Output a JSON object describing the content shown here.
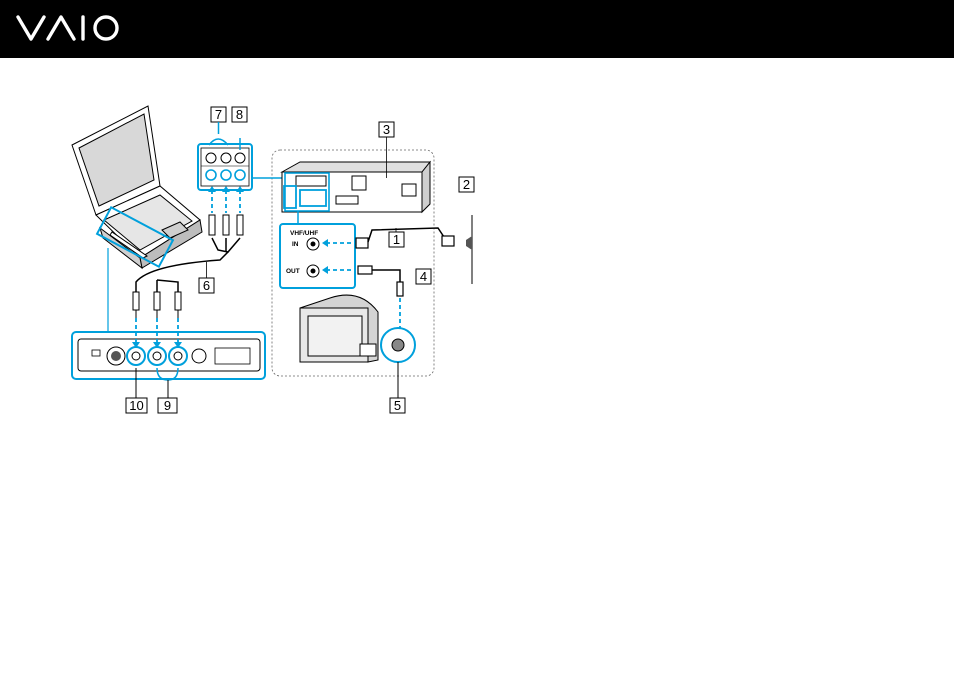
{
  "header": {
    "brand": "VAIO",
    "logo_icon": "vaio-logo-icon"
  },
  "figure": {
    "callouts": [
      "1",
      "2",
      "3",
      "4",
      "5",
      "6",
      "7",
      "8",
      "9",
      "10"
    ],
    "labels": {
      "vhf_uhf": "VHF/UHF",
      "in": "IN",
      "out": "OUT"
    }
  },
  "colors": {
    "header_bg": "#000000",
    "accent": "#00a0dc",
    "line": "#000000",
    "gray": "#c8c8c8"
  }
}
